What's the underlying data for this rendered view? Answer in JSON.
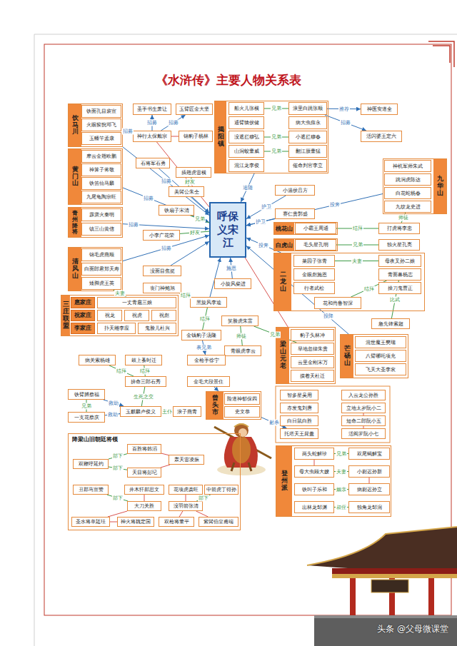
{
  "diagram": {
    "title": "《水浒传》主要人物关系表",
    "nodes": [
      {
        "text": [
          "呼保义宋江"
        ]
      },
      {
        "text": [
          "饮马川"
        ]
      },
      {
        "text": [
          "铁面孔目裴宣"
        ],
        "in": 1
      },
      {
        "text": [
          "火眼狻猊邓飞"
        ],
        "in": 1
      },
      {
        "text": [
          "玉幡竿孟康"
        ],
        "in": 1
      },
      {
        "text": [
          "圣手书生萧让"
        ]
      },
      {
        "text": [
          "玉臂匠金大坚"
        ]
      },
      {
        "text": [
          "神行太保戴宗"
        ]
      },
      {
        "text": [
          "锦豹子杨林"
        ]
      },
      {
        "text": [
          "揭阳镇"
        ]
      },
      {
        "text": [
          "船火儿张横"
        ],
        "in": 9
      },
      {
        "text": [
          "浪里白跳张顺"
        ],
        "in": 9
      },
      {
        "text": [
          "通臂猿侯健"
        ],
        "in": 9
      },
      {
        "text": [
          "病大虫薛永"
        ],
        "in": 9
      },
      {
        "text": [
          "没遮拦穆弘"
        ],
        "in": 9
      },
      {
        "text": [
          "小遮拦穆春"
        ],
        "in": 9
      },
      {
        "text": [
          "山洞蛟童威"
        ],
        "in": 9
      },
      {
        "text": [
          "翻江蜃童猛"
        ],
        "in": 9
      },
      {
        "text": [
          "混江龙李俊"
        ],
        "in": 9
      },
      {
        "text": [
          "催命判官李立"
        ],
        "in": 9
      },
      {
        "text": [
          "神医安道全"
        ]
      },
      {
        "text": [
          "活闪婆王定六"
        ]
      },
      {
        "text": [
          "黄门山"
        ]
      },
      {
        "text": [
          "摩云金翅欧鹏"
        ],
        "in": 22
      },
      {
        "text": [
          "神算子蒋敬"
        ],
        "in": 22
      },
      {
        "text": [
          "铁笛仙马麟"
        ],
        "in": 22
      },
      {
        "text": [
          "九尾龟陶宗旺"
        ],
        "in": 22
      },
      {
        "text": [
          "石将军石勇"
        ]
      },
      {
        "text": [
          "插翅虎雷横"
        ]
      },
      {
        "text": [
          "美髯公朱仝"
        ]
      },
      {
        "text": [
          "铁扇子宋清"
        ]
      },
      {
        "text": [
          "九华山"
        ]
      },
      {
        "text": [
          "神机军师朱武"
        ],
        "in": 31
      },
      {
        "text": [
          "跳涧虎陈达"
        ],
        "in": 31
      },
      {
        "text": [
          "白花蛇杨春"
        ],
        "in": 31
      },
      {
        "text": [
          "九纹龙史进"
        ],
        "in": 31
      },
      {
        "text": [
          "小温侯吕方"
        ]
      },
      {
        "text": [
          "赛仁贵郭盛"
        ]
      },
      {
        "text": [
          "青州降将"
        ]
      },
      {
        "text": [
          "霹雳火秦明"
        ],
        "in": 38
      },
      {
        "text": [
          "镇三山黄信"
        ],
        "in": 38
      },
      {
        "text": [
          "小李广花荣"
        ]
      },
      {
        "text": [
          "桃花山"
        ]
      },
      {
        "text": [
          "小霸王周通"
        ],
        "in": 42
      },
      {
        "text": [
          "打虎将李忠"
        ]
      },
      {
        "text": [
          "白虎山"
        ]
      },
      {
        "text": [
          "毛头星孔明"
        ],
        "in": 45
      },
      {
        "text": [
          "独火星孔亮"
        ]
      },
      {
        "text": [
          "清风山"
        ]
      },
      {
        "text": [
          "锦毛虎燕顺"
        ],
        "in": 48
      },
      {
        "text": [
          "白面郎君郑天寿"
        ],
        "in": 48
      },
      {
        "text": [
          "矮脚虎王英"
        ],
        "in": 48
      },
      {
        "text": [
          "没面目焦挺"
        ]
      },
      {
        "text": [
          "丧门神鲍旭"
        ]
      },
      {
        "text": [
          "小旋风柴进"
        ]
      },
      {
        "text": [
          "二龙山"
        ]
      },
      {
        "text": [
          "菜园子张青"
        ],
        "in": 55
      },
      {
        "text": [
          "母夜叉孙二娘"
        ],
        "in": 55
      },
      {
        "text": [
          "金眼彪施恩"
        ],
        "in": 55
      },
      {
        "text": [
          "青面兽杨志"
        ],
        "in": 55
      },
      {
        "text": [
          "行者武松"
        ],
        "in": 55
      },
      {
        "text": [
          "操刀鬼曹正"
        ],
        "in": 55
      },
      {
        "text": [
          "花和尚鲁智深"
        ],
        "in": 55
      },
      {
        "text": [
          "三庄联盟"
        ]
      },
      {
        "text": [
          "扈家庄"
        ],
        "in": 63
      },
      {
        "text": [
          "一丈青扈三娘"
        ],
        "in": 63
      },
      {
        "text": [
          "祝家庄"
        ],
        "in": 63
      },
      {
        "text": [
          "祝龙"
        ],
        "in": 63
      },
      {
        "text": [
          "祝虎"
        ],
        "in": 63
      },
      {
        "text": [
          "祝彪"
        ],
        "in": 63
      },
      {
        "text": [
          "李家庄"
        ],
        "in": 63
      },
      {
        "text": [
          "扑天雕李应"
        ],
        "in": 63
      },
      {
        "text": [
          "鬼脸儿杜兴"
        ],
        "in": 63
      },
      {
        "text": [
          "黑旋风李逵"
        ]
      },
      {
        "text": [
          "笑脸虎朱富"
        ]
      },
      {
        "text": [
          "金钱豹子汤隆"
        ]
      },
      {
        "text": [
          "青眼虎李云"
        ]
      },
      {
        "text": [
          "急先锋索超"
        ]
      },
      {
        "text": [
          "梁山元老"
        ]
      },
      {
        "text": [
          "豹子头林冲"
        ],
        "in": 78
      },
      {
        "text": [
          "旱地忽律朱贵"
        ],
        "in": 78
      },
      {
        "text": [
          "云里金刚宋万"
        ],
        "in": 78
      },
      {
        "text": [
          "摸着天杜迁"
        ],
        "in": 78
      },
      {
        "text": [
          "芒砀山"
        ]
      },
      {
        "text": [
          "混世魔王樊瑞"
        ],
        "in": 83
      },
      {
        "text": [
          "八臂哪吒项充"
        ],
        "in": 83
      },
      {
        "text": [
          "飞天大圣李衮"
        ],
        "in": 83
      },
      {
        "text": [
          "病关索杨雄"
        ]
      },
      {
        "text": [
          "鼓上蚤时迁"
        ]
      },
      {
        "text": [
          "拚命三郎石秀"
        ]
      },
      {
        "text": [
          "金枪手徐宁"
        ]
      },
      {
        "text": [
          "金毛犬段景住"
        ]
      },
      {
        "text": [
          "铁臂膊蔡福"
        ]
      },
      {
        "text": [
          "一支花蔡庆"
        ]
      },
      {
        "text": [
          "玉麒麟卢俊义"
        ]
      },
      {
        "text": [
          "浪子燕青"
        ]
      },
      {
        "text": [
          "曾头市"
        ]
      },
      {
        "text": [
          "险道神郁保四"
        ],
        "in": 96
      },
      {
        "text": [
          "史文恭"
        ],
        "in": 96
      },
      {
        "text": [
          "智多星吴用"
        ]
      },
      {
        "text": [
          "入云龙公孙胜"
        ]
      },
      {
        "text": [
          "赤发鬼刘唐"
        ]
      },
      {
        "text": [
          "立地太岁阮小二"
        ]
      },
      {
        "text": [
          "白日鼠白胜"
        ]
      },
      {
        "text": [
          "短命二郎阮小五"
        ]
      },
      {
        "text": [
          "托塔天王晁盖"
        ]
      },
      {
        "text": [
          "活阎罗阮小七"
        ]
      },
      {
        "text": [
          "登州派"
        ]
      },
      {
        "text": [
          "两头蛇解珍"
        ],
        "in": 107
      },
      {
        "text": [
          "双尾蝎解宝"
        ],
        "in": 107
      },
      {
        "text": [
          "母大虫顾大嫂"
        ],
        "in": 107
      },
      {
        "text": [
          "小尉迟孙新"
        ],
        "in": 107
      },
      {
        "text": [
          "铁叫子乐和"
        ],
        "in": 107
      },
      {
        "text": [
          "病尉迟孙立"
        ],
        "in": 107
      },
      {
        "text": [
          "出林龙邹渊"
        ],
        "in": 107
      },
      {
        "text": [
          "独角龙邹润"
        ],
        "in": 107
      },
      {
        "text": [
          "降梁山旧朝廷将领"
        ]
      },
      {
        "text": [
          "百胜将韩滔"
        ],
        "in": 116
      },
      {
        "text": [
          "轰天雷凌振"
        ],
        "in": 116
      },
      {
        "text": [
          "双鞭呼延灼"
        ],
        "in": 116
      },
      {
        "text": [
          "天目将彭玘"
        ],
        "in": 116
      },
      {
        "text": [
          "丑郡马宣赞"
        ],
        "in": 116
      },
      {
        "text": [
          "井木犴郝思文"
        ],
        "in": 116
      },
      {
        "text": [
          "花项虎龚旺"
        ],
        "in": 116
      },
      {
        "text": [
          "中箭虎丁得孙"
        ],
        "in": 116
      },
      {
        "text": [
          "大刀关胜"
        ],
        "in": 116
      },
      {
        "text": [
          "没羽箭张清"
        ],
        "in": 116
      },
      {
        "text": [
          "圣水将单廷珪"
        ],
        "in": 116
      },
      {
        "text": [
          "神火将魏定国"
        ],
        "in": 116
      },
      {
        "text": [
          "双枪将董平"
        ],
        "in": 116
      },
      {
        "text": [
          "紫髯伯皇甫端"
        ],
        "in": 116
      }
    ],
    "edges": [
      {
        "from": 1,
        "to": 0,
        "arrow": "to",
        "label": "招募"
      },
      {
        "from": 7,
        "to": 5,
        "arrow": "to",
        "label": "招募"
      },
      {
        "from": 7,
        "to": 6,
        "arrow": "to",
        "label": "招募"
      },
      {
        "from": 7,
        "to": 1,
        "arrow": "to",
        "label": "招募"
      },
      {
        "from": 7,
        "to": 8,
        "arrow": "none"
      },
      {
        "from": 7,
        "to": 0,
        "arrow": "none"
      },
      {
        "from": 10,
        "to": 11,
        "arrow": "none",
        "label": "兄弟"
      },
      {
        "from": 14,
        "to": 15,
        "arrow": "none",
        "label": "兄弟"
      },
      {
        "from": 16,
        "to": 17,
        "arrow": "none",
        "label": "兄弟"
      },
      {
        "from": 11,
        "to": 20,
        "arrow": "to",
        "label": "推荐"
      },
      {
        "from": 11,
        "to": 21,
        "arrow": "to",
        "label": "招募"
      },
      {
        "from": 9,
        "to": 0,
        "arrow": "to",
        "label": "追随"
      },
      {
        "from": 22,
        "to": 0,
        "arrow": "to",
        "label": "招募"
      },
      {
        "from": 27,
        "to": 0,
        "arrow": "to"
      },
      {
        "from": 28,
        "to": 29,
        "arrow": "none",
        "label": "好友"
      },
      {
        "from": 29,
        "to": 0,
        "arrow": "to"
      },
      {
        "from": 30,
        "to": 0,
        "arrow": "none",
        "label": "兄弟"
      },
      {
        "from": 31,
        "to": 0,
        "arrow": "to",
        "label": "投奔"
      },
      {
        "from": 35,
        "to": 44,
        "arrow": "none",
        "label": "师徒"
      },
      {
        "from": 36,
        "to": 0,
        "arrow": "to",
        "label": "护卫"
      },
      {
        "from": 37,
        "to": 0,
        "arrow": "to",
        "label": "护卫"
      },
      {
        "from": 38,
        "to": 0,
        "arrow": "to",
        "label": "招募"
      },
      {
        "from": 41,
        "to": 0,
        "arrow": "none",
        "label": "好友"
      },
      {
        "from": 43,
        "to": 44,
        "arrow": "none",
        "label": "结拜"
      },
      {
        "from": 46,
        "to": 47,
        "arrow": "none",
        "label": "兄弟"
      },
      {
        "from": 55,
        "to": 0,
        "arrow": "to",
        "label": "投奔"
      },
      {
        "from": 48,
        "to": 0,
        "arrow": "to",
        "label": "招募"
      },
      {
        "from": 51,
        "to": 65,
        "arrow": "none",
        "label": "夫妻"
      },
      {
        "from": 53,
        "to": 73,
        "arrow": "none",
        "label": "结拜"
      },
      {
        "from": 52,
        "to": 0,
        "arrow": "to"
      },
      {
        "from": 54,
        "to": 0,
        "arrow": "to",
        "label": "施恩"
      },
      {
        "from": 56,
        "to": 57,
        "arrow": "none",
        "label": "夫妻"
      },
      {
        "from": 59,
        "to": 62,
        "arrow": "none",
        "label": "结拜"
      },
      {
        "from": 73,
        "to": 0,
        "arrow": "to"
      },
      {
        "from": 80,
        "to": 74,
        "arrow": "none",
        "label": "兄弟"
      },
      {
        "from": 75,
        "to": 73,
        "arrow": "none",
        "label": "结拜"
      },
      {
        "from": 74,
        "to": 76,
        "arrow": "none",
        "label": "师徒"
      },
      {
        "from": 75,
        "to": 90,
        "arrow": "to",
        "label": "表兄弟"
      },
      {
        "from": 77,
        "to": 59,
        "arrow": "none",
        "label": "比武"
      },
      {
        "from": 83,
        "to": 0,
        "arrow": "to",
        "label": "投降"
      },
      {
        "from": 78,
        "to": 0,
        "arrow": "none"
      },
      {
        "from": 87,
        "to": 89,
        "arrow": "none",
        "label": "结拜"
      },
      {
        "from": 88,
        "to": 89,
        "arrow": "none",
        "label": "结拜"
      },
      {
        "from": 89,
        "to": 94,
        "arrow": "none",
        "label": "生死之交"
      },
      {
        "from": 94,
        "to": 95,
        "arrow": "none",
        "label": "主仆"
      },
      {
        "from": 92,
        "to": 94,
        "arrow": "to",
        "label": "救助"
      },
      {
        "from": 93,
        "to": 94,
        "arrow": "to",
        "label": "救助"
      },
      {
        "from": 92,
        "to": 93,
        "arrow": "none",
        "label": "兄弟"
      },
      {
        "from": 91,
        "to": 96,
        "arrow": "to"
      },
      {
        "from": 96,
        "to": 105,
        "arrow": "to",
        "label": "射杀"
      },
      {
        "from": 102,
        "to": 104,
        "arrow": "none"
      },
      {
        "from": 104,
        "to": 106,
        "arrow": "none"
      },
      {
        "from": 108,
        "to": 109,
        "arrow": "none",
        "label": "兄弟"
      },
      {
        "from": 110,
        "to": 111,
        "arrow": "none",
        "label": "夫妻"
      },
      {
        "from": 111,
        "to": 113,
        "arrow": "none"
      },
      {
        "from": 112,
        "to": 113,
        "arrow": "none",
        "label": "姻亲"
      },
      {
        "from": 114,
        "to": 115,
        "arrow": "none",
        "label": "叔侄"
      },
      {
        "from": 108,
        "to": 110,
        "arrow": "none"
      },
      {
        "from": 119,
        "to": 117,
        "arrow": "none",
        "label": "部下"
      },
      {
        "from": 119,
        "to": 120,
        "arrow": "none",
        "label": "部下"
      },
      {
        "from": 117,
        "to": 118,
        "arrow": "none"
      },
      {
        "from": 120,
        "to": 118,
        "arrow": "none"
      },
      {
        "from": 125,
        "to": 121,
        "arrow": "none",
        "label": "部下"
      },
      {
        "from": 125,
        "to": 122,
        "arrow": "none"
      },
      {
        "from": 126,
        "to": 123,
        "arrow": "none"
      },
      {
        "from": 126,
        "to": 124,
        "arrow": "none",
        "label": "部下"
      },
      {
        "from": 127,
        "to": 128,
        "arrow": "none"
      },
      {
        "from": 125,
        "to": 127,
        "arrow": "none"
      },
      {
        "from": 129,
        "to": 126,
        "arrow": "none"
      },
      {
        "from": 130,
        "to": 126,
        "arrow": "none"
      }
    ],
    "labels": [
      "头条 @父母微课堂"
    ]
  }
}
